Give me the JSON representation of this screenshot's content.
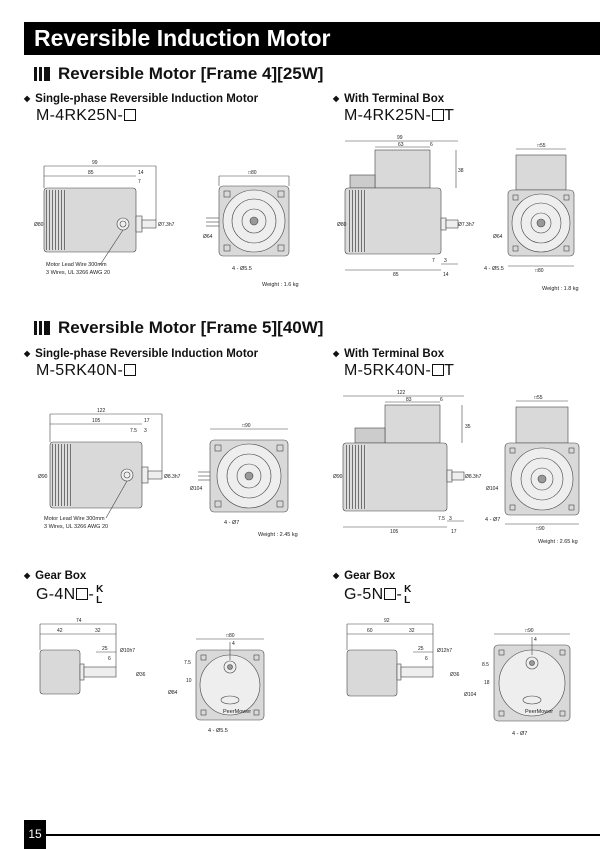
{
  "page_title": "Reversible Induction Motor",
  "page_number": "15",
  "sections": [
    {
      "title": "Reversible Motor [Frame 4][25W]"
    },
    {
      "title": "Reversible Motor [Frame 5][40W]"
    }
  ],
  "frame4": {
    "left": {
      "subtitle": "Single-phase Reversible Induction Motor",
      "model": "M-4RK25N-",
      "lead_note": "Motor Lead Wire 300mm",
      "lead_spec": "3 Wires, UL 3266 AWG 20",
      "weight": "Weight : 1.6 kg",
      "hole": "4 - Ø5.5",
      "dims": [
        "99",
        "85",
        "14",
        "7",
        "□80",
        "Ø80",
        "Ø7.3h7",
        "Ø64"
      ]
    },
    "right": {
      "subtitle": "With Terminal Box",
      "model": "M-4RK25N-",
      "model_suffix": "T",
      "weight": "Weight : 1.8 kg",
      "hole": "4 - Ø5.5",
      "dims": [
        "99",
        "63",
        "6",
        "38",
        "□55",
        "Ø80",
        "Ø7.3h7",
        "Ø64",
        "85",
        "14",
        "7",
        "3",
        "□80"
      ]
    }
  },
  "frame5": {
    "left": {
      "subtitle": "Single-phase Reversible Induction Motor",
      "model": "M-5RK40N-",
      "lead_note": "Motor Lead Wire 300mm",
      "lead_spec": "3 Wires, UL 3266 AWG 20",
      "weight": "Weight : 2.45 kg",
      "hole": "4 - Ø7",
      "dims": [
        "122",
        "105",
        "17",
        "7.5",
        "3",
        "□90",
        "Ø90",
        "Ø8.3h7",
        "Ø104"
      ]
    },
    "right": {
      "subtitle": "With Terminal Box",
      "model": "M-5RK40N-",
      "model_suffix": "T",
      "weight": "Weight : 2.65 kg",
      "hole": "4 - Ø7",
      "dims": [
        "122",
        "83",
        "6",
        "35",
        "□55",
        "Ø90",
        "Ø8.3h7",
        "Ø104",
        "105",
        "7.5",
        "3",
        "17",
        "□90"
      ]
    }
  },
  "gearbox": {
    "left": {
      "subtitle": "Gear Box",
      "model": "G-4N",
      "k": "K",
      "l": "L",
      "hole": "4 - Ø5.5",
      "brand": "PeerMower",
      "dims": [
        "74",
        "42",
        "32",
        "25",
        "6",
        "Ø10h7",
        "Ø36",
        "□80",
        "7.5",
        "10",
        "Ø84",
        "4"
      ]
    },
    "right": {
      "subtitle": "Gear Box",
      "model": "G-5N",
      "k": "K",
      "l": "L",
      "hole": "4 - Ø7",
      "brand": "PeerMower",
      "dims": [
        "92",
        "60",
        "32",
        "25",
        "6",
        "Ø12h7",
        "Ø36",
        "□90",
        "8.5",
        "18",
        "Ø104",
        "4"
      ]
    }
  }
}
